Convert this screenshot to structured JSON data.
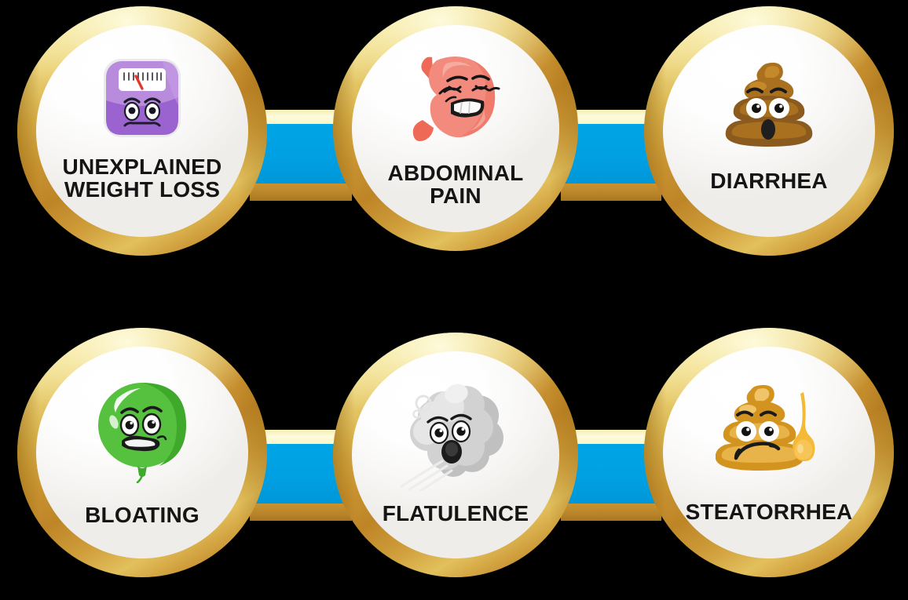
{
  "background_color": "#000000",
  "theme": {
    "ring_gold_light": "#FAF3C0",
    "ring_gold_mid": "#D9B24B",
    "ring_gold_dark": "#AE751C",
    "connector_blue": "#00A0E3",
    "connector_top_cream": "#FDFBDC",
    "connector_bottom_gold": "#B9842A",
    "face_white": "#FFFFFF",
    "label_color": "#151515"
  },
  "layout": {
    "rows": 2,
    "columns": 3,
    "connector_count": 4
  },
  "nodes": [
    {
      "id": "unexplained-weight-loss",
      "label": "UNEXPLAINED\nWEIGHT LOSS",
      "icon": "bathroom-scale-icon",
      "icon_colors": {
        "body_light": "#B98BDD",
        "body_dark": "#9B63CF",
        "dial": "#FFFFFF",
        "needle": "#E23B2E"
      }
    },
    {
      "id": "abdominal-pain",
      "label": "ABDOMINAL\nPAIN",
      "icon": "stomach-icon",
      "icon_colors": {
        "body": "#F28B7D",
        "body_shade": "#EE7B6B",
        "esophagus": "#EE6A56",
        "highlight": "#F7A79A"
      }
    },
    {
      "id": "diarrhea",
      "label": "DIARRHEA",
      "icon": "poop-brown-icon",
      "icon_colors": {
        "dark": "#8B5A1E",
        "mid": "#A9701F",
        "light": "#C5892B",
        "top": "#D49836"
      }
    },
    {
      "id": "bloating",
      "label": "BLOATING",
      "icon": "green-balloon-icon",
      "icon_colors": {
        "body": "#55C13E",
        "shade": "#3FA92C",
        "highlight": "#FFFFFF"
      }
    },
    {
      "id": "flatulence",
      "label": "FLATULENCE",
      "icon": "gas-cloud-icon",
      "icon_colors": {
        "light": "#E2E2E2",
        "mid": "#D2D2D2",
        "shadow": "#BEBEBE",
        "streak": "#EDEDED"
      }
    },
    {
      "id": "steatorrhea",
      "label": "STEATORRHEA",
      "icon": "poop-oily-yellow-icon",
      "icon_colors": {
        "dark": "#D2941F",
        "mid": "#E3A83A",
        "light": "#F2C469",
        "drip": "#F4B936"
      }
    }
  ],
  "connectors": [
    {
      "id": "connector-top-left",
      "color": "#00A0E3"
    },
    {
      "id": "connector-top-right",
      "color": "#00A0E3"
    },
    {
      "id": "connector-bottom-left",
      "color": "#00A0E3"
    },
    {
      "id": "connector-bottom-right",
      "color": "#00A0E3"
    }
  ]
}
